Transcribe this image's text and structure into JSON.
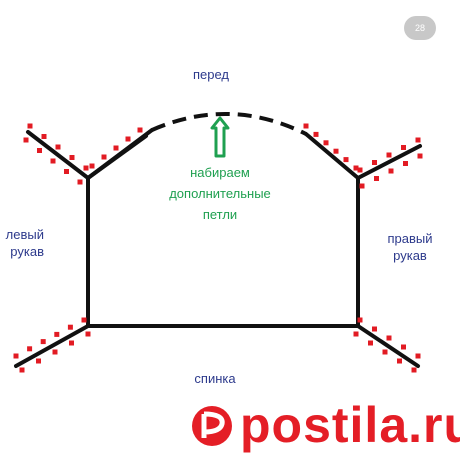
{
  "badge": "28",
  "labels": {
    "front": "перед",
    "right_sleeve": [
      "правый",
      "рукав"
    ],
    "left_sleeve": [
      "левый",
      "рукав"
    ],
    "back": "спинка",
    "note": [
      "набираем",
      "дополнительные",
      "петли"
    ]
  },
  "watermark": "postila.ru",
  "colors": {
    "outline": "#111111",
    "dots": "#e21b23",
    "label": "#2d3a8c",
    "arrow": "#1fa050",
    "watermark": "#e41e26"
  },
  "icons": {
    "arrow": "arrow-up-icon",
    "logo": "postila-logo-icon"
  }
}
